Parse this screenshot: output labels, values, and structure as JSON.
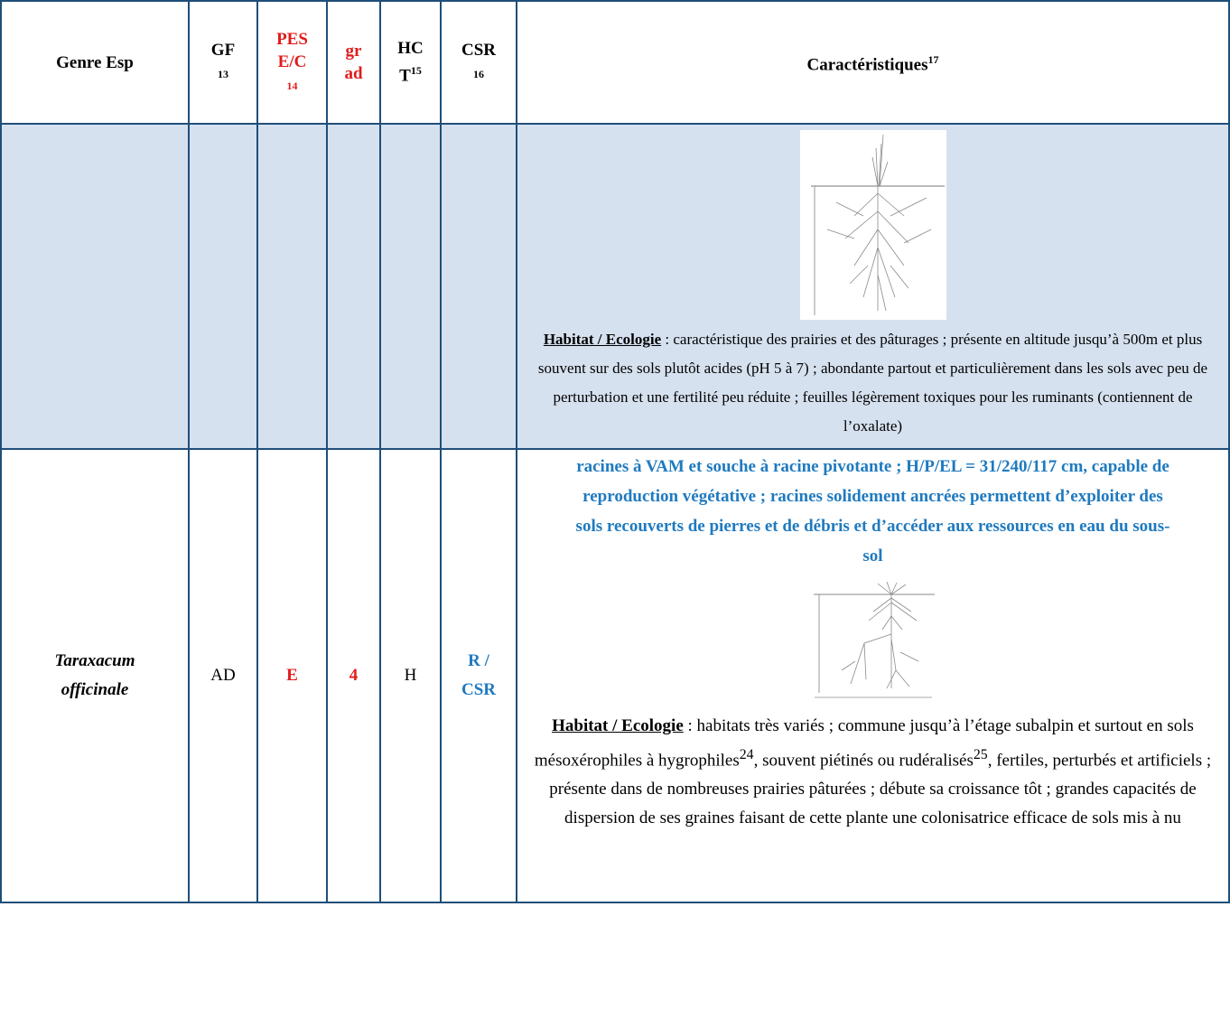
{
  "header": {
    "c1": "Genre Esp",
    "c2_a": "GF",
    "c2_b": "13",
    "c3_a": "PES",
    "c3_b": "E/C",
    "c3_c": "14",
    "c4_a": "gr",
    "c4_b": "ad",
    "c5_a": "HC",
    "c5_b": "T",
    "c5_sup": "15",
    "c6_a": "CSR",
    "c6_b": "16",
    "c7": "Caractéristiques",
    "c7_sup": "17"
  },
  "row1": {
    "habitat_label": "Habitat / Ecologie",
    "habitat_text": " : caractéristique des prairies et des pâturages ; présente en altitude jusqu’à 500m et plus souvent sur des sols plutôt acides (pH 5 à 7) ; abondante partout et particulièrement dans les sols avec peu de perturbation et une fertilité peu réduite ; feuilles légèrement toxiques pour les ruminants (contiennent de l’oxalate)"
  },
  "row2": {
    "species_a": "Taraxacum",
    "species_b": "officinale",
    "gf": "AD",
    "pes": "E",
    "grad": "4",
    "hct": "H",
    "csr_a": "R /",
    "csr_b": "CSR",
    "roots_text": "racines à VAM et souche à racine pivotante ; H/P/EL = 31/240/117 cm, capable de reproduction végétative ; racines solidement ancrées permettent d’exploiter des sols recouverts de pierres et de débris et d’accéder aux ressources en eau du sous-sol",
    "habitat_label": "Habitat / Ecologie",
    "hab_1": " : habitats très variés ; commune jusqu’à l’étage subalpin et surtout en sols mésoxérophiles à hygrophiles",
    "sup_1": "24",
    "hab_2": ", souvent piétinés ou rudéralisés",
    "sup_2": "25",
    "hab_3": ", fertiles, perturbés et artificiels ; présente dans de nombreuses prairies pâturées ; débute sa croissance tôt ; grandes capacités de dispersion de ses graines faisant de cette plante une colonisatrice efficace de sols mis à nu"
  }
}
